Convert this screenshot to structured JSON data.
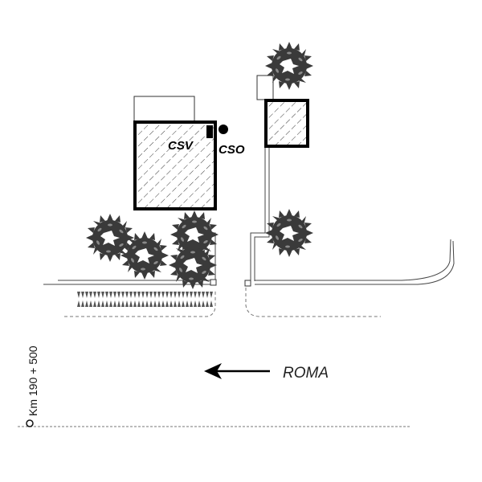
{
  "diagram": {
    "type": "site-plan",
    "labels": {
      "building_main": "CSV",
      "equipment": "CSO",
      "direction": "ROMA",
      "chainage": "Km 190 + 500"
    },
    "direction_arrow": {
      "points_to": "left",
      "label_ref": "ROMA"
    },
    "buildings": [
      {
        "id": "csv-building",
        "label": "CSV",
        "fill": "hatched"
      },
      {
        "id": "secondary-building",
        "label": "",
        "fill": "hatched"
      }
    ],
    "trees": {
      "count": 6
    },
    "colors": {
      "line": "#000000",
      "road": "#555555",
      "tree_dark": "#3a3a3a",
      "tree_light": "#8a8a8a",
      "dashed": "#777777"
    }
  }
}
